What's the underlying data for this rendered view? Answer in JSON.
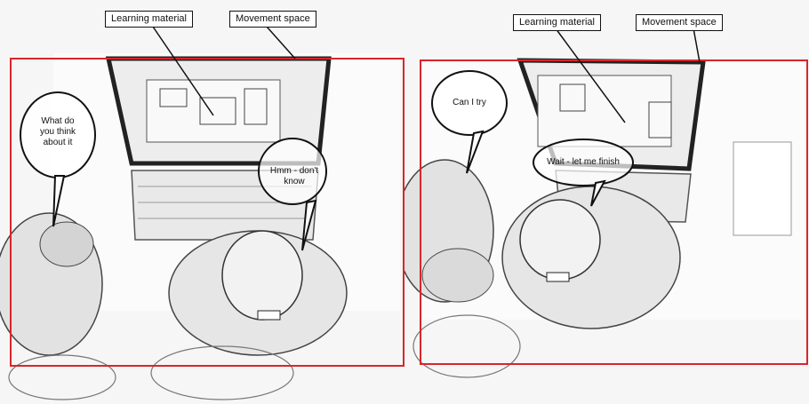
{
  "panels": {
    "left": {
      "label_learning": "Learning material",
      "label_movement": "Movement space",
      "bubble_1_lines": [
        "What do",
        "you think",
        "about it"
      ],
      "bubble_2": "Hmm - don't know"
    },
    "right": {
      "label_learning": "Learning material",
      "label_movement": "Movement space",
      "bubble_1": "Can I try",
      "bubble_2": "Wait - let me finish"
    }
  },
  "colors": {
    "frame": "#d7262b",
    "ink": "#111111",
    "shade": "#cfcfcf",
    "paper": "#ffffff"
  }
}
